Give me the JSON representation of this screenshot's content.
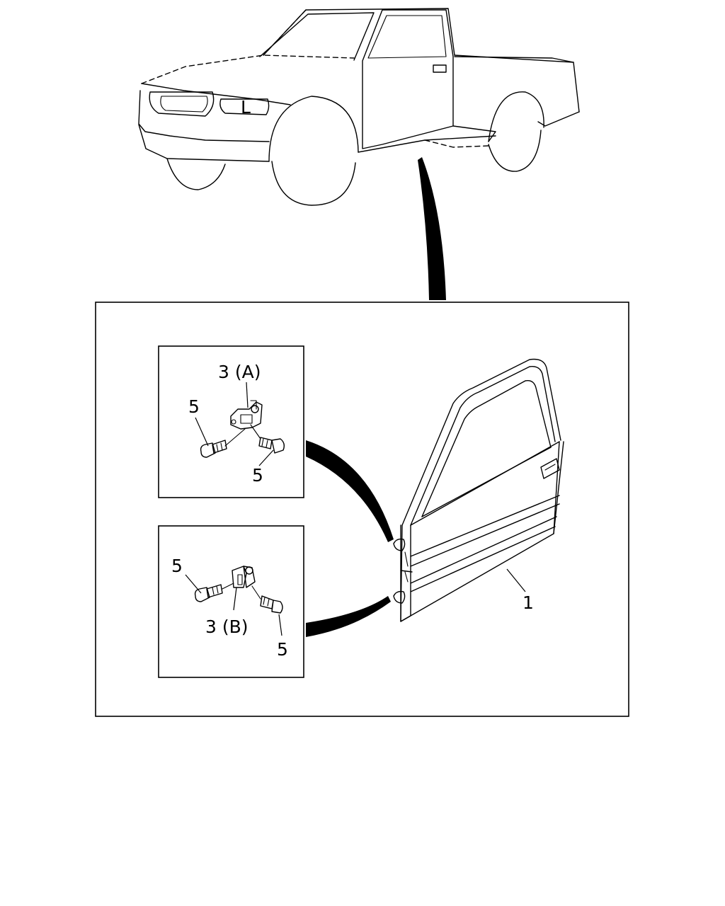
{
  "callouts": {
    "door": "1",
    "upper_hinge": "3 (A)",
    "lower_hinge": "3 (B)",
    "upper_bolt_left": "5",
    "upper_bolt_right": "5",
    "lower_bolt_left": "5",
    "lower_bolt_right": "5"
  },
  "truck": {
    "emblem": "L"
  }
}
